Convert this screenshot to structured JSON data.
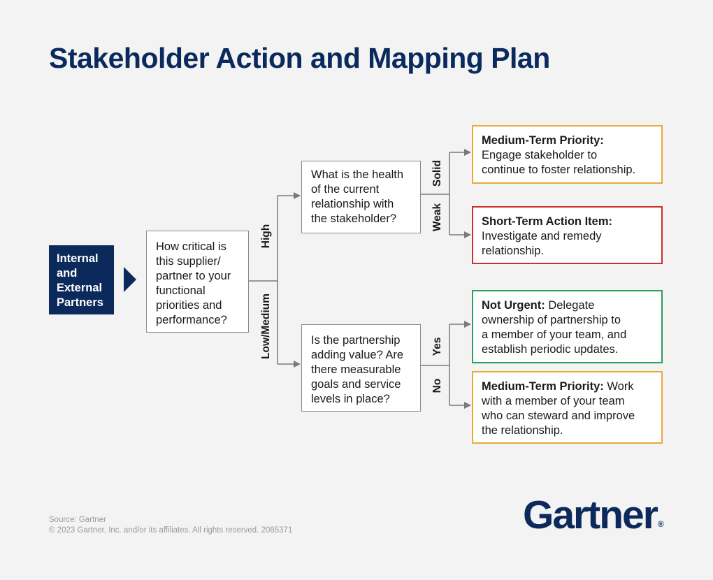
{
  "title": "Stakeholder Action and Mapping Plan",
  "start": {
    "lines": [
      "Internal",
      "and",
      "External",
      "Partners"
    ]
  },
  "q1": {
    "lines": [
      "How critical is",
      "this supplier/",
      "partner to your",
      "functional",
      "priorities and",
      "performance?"
    ]
  },
  "q2": {
    "lines": [
      "What is the health",
      "of the current",
      "relationship with",
      "the stakeholder?"
    ]
  },
  "q3": {
    "lines": [
      "Is the partnership",
      "adding value? Are",
      "there measurable",
      "goals and service",
      "levels in place?"
    ]
  },
  "labels": {
    "high": "High",
    "low_medium": "Low/Medium",
    "solid": "Solid",
    "weak": "Weak",
    "yes": "Yes",
    "no": "No"
  },
  "outcomes": [
    {
      "title": "Medium-Term Priority:",
      "lines": [
        "Engage stakeholder to",
        "continue to foster relationship."
      ],
      "color": "#e9a93b"
    },
    {
      "title": "Short-Term Action Item:",
      "lines": [
        "Investigate and remedy",
        "relationship."
      ],
      "color": "#cf2e2e"
    },
    {
      "title": "Not Urgent:",
      "first": " Delegate",
      "lines": [
        "ownership of partnership to",
        "a member of your team, and",
        "establish periodic updates."
      ],
      "color": "#2aa062"
    },
    {
      "title": "Medium-Term Priority:",
      "first": " Work",
      "lines": [
        "with a member of your team",
        "who can steward and improve",
        "the relationship."
      ],
      "color": "#e9a93b"
    }
  ],
  "source": {
    "line1": "Source: Gartner",
    "line2": "© 2023 Gartner, Inc. and/or its affiliates. All rights reserved. 2085371"
  },
  "logo": {
    "text": "Gartner",
    "mark": "®"
  }
}
